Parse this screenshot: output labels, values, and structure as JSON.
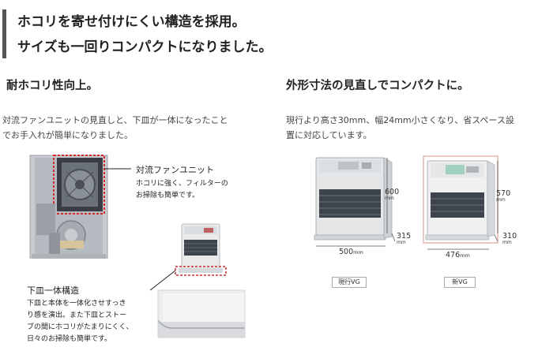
{
  "header": {
    "line1": "ホコリを寄せ付けにくい構造を採用。",
    "line2": "サイズも一回りコンパクトになりました。"
  },
  "left": {
    "title": "耐ホコリ性向上。",
    "desc_line1": "対流ファンユニットの見直しと、下皿が一体になったこと",
    "desc_line2": "でお手入れが簡単になりました。",
    "fan_label": "対流ファンユニット",
    "fan_note_line1": "ホコリに強く、フィルターの",
    "fan_note_line2": "お掃除も簡単です。",
    "tray_label": "下皿一体構造",
    "tray_note_line1": "下皿と本体を一体化させすっき",
    "tray_note_line2": "り感を演出。また下皿とストー",
    "tray_note_line3": "ブの間にホコリがたまりにくく、",
    "tray_note_line4": "日々のお掃除も簡単です。"
  },
  "right": {
    "title": "外形寸法の見直しでコンパクトに。",
    "desc_line1": "現行より高さ30mm、幅24mm小さくなり、省スペース設",
    "desc_line2": "置に対応しています。",
    "current": {
      "height": "600",
      "depth": "315",
      "width": "500",
      "unit": "mm",
      "tag": "現行VG"
    },
    "new": {
      "height": "570",
      "depth": "310",
      "width": "476",
      "unit": "mm",
      "tag": "新VG"
    }
  },
  "colors": {
    "highlight_red": "#d42a2a",
    "header_bar": "#555555",
    "heater_body": "#e4e6e8",
    "heater_grille": "#3e444d"
  }
}
